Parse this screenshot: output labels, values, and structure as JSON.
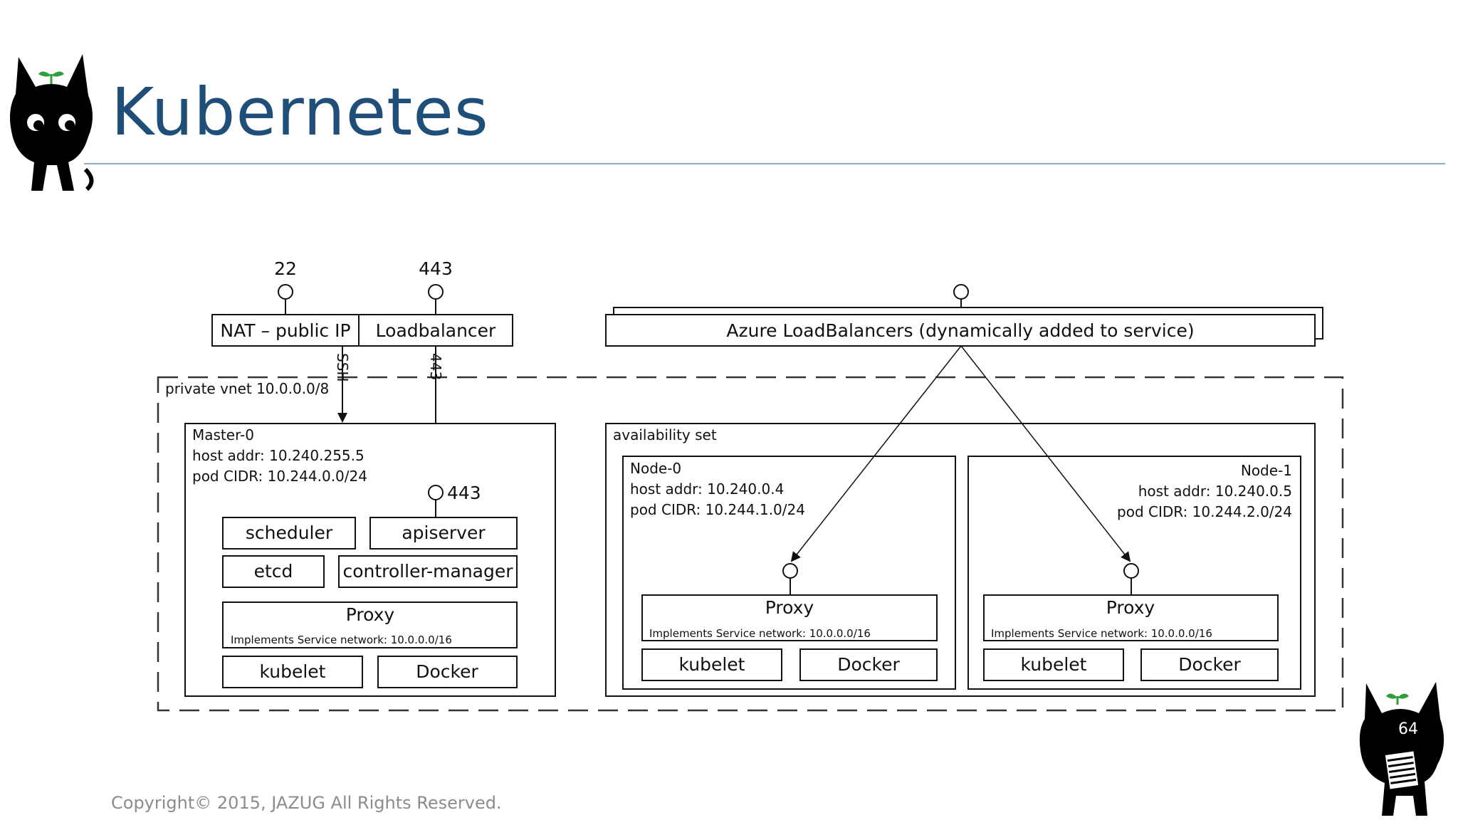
{
  "slide": {
    "title": "Kubernetes",
    "page_number": "64",
    "copyright": "Copyright© 2015, JAZUG All Rights Reserved."
  },
  "diagram": {
    "ports": {
      "ssh": "22",
      "https": "443"
    },
    "entry": {
      "nat": "NAT – public IP",
      "lb": "Loadbalancer",
      "azure_lb": "Azure LoadBalancers (dynamically added to service)"
    },
    "edges": {
      "ssh_label": "SSH",
      "port_label": "443"
    },
    "vnet_label": "private vnet 10.0.0.0/8",
    "master": {
      "name": "Master-0",
      "host_addr": "host addr: 10.240.255.5",
      "pod_cidr": "pod CIDR: 10.244.0.0/24",
      "api_port": "443",
      "components": {
        "scheduler": "scheduler",
        "apiserver": "apiserver",
        "etcd": "etcd",
        "controller_manager": "controller-manager",
        "kubelet": "kubelet",
        "docker": "Docker"
      },
      "proxy": {
        "title": "Proxy",
        "note": "Implements Service network: 10.0.0.0/16"
      }
    },
    "availability_set": "availability set",
    "nodes": [
      {
        "name": "Node-0",
        "host_addr": "host addr: 10.240.0.4",
        "pod_cidr": "pod CIDR: 10.244.1.0/24",
        "proxy": {
          "title": "Proxy",
          "note": "Implements Service network: 10.0.0.0/16"
        },
        "kubelet": "kubelet",
        "docker": "Docker"
      },
      {
        "name": "Node-1",
        "host_addr": "host addr: 10.240.0.5",
        "pod_cidr": "pod CIDR: 10.244.2.0/24",
        "proxy": {
          "title": "Proxy",
          "note": "Implements Service network: 10.0.0.0/16"
        },
        "kubelet": "kubelet",
        "docker": "Docker"
      }
    ]
  },
  "colors": {
    "title": "#1f4e79",
    "rule": "#8eaacb",
    "ink": "#111111",
    "mascot": "#000000",
    "leaf": "#2e9d3a"
  }
}
